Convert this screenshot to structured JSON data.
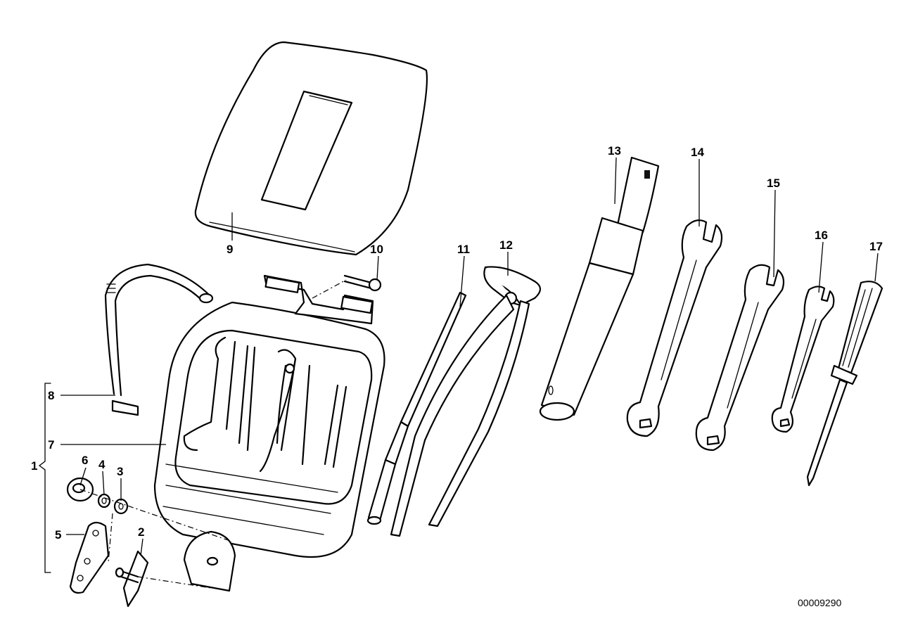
{
  "callouts": {
    "c1": "1",
    "c2": "2",
    "c3": "3",
    "c4": "4",
    "c5": "5",
    "c6": "6",
    "c7": "7",
    "c8": "8",
    "c9": "9",
    "c10": "10",
    "c11": "11",
    "c12": "12",
    "c13": "13",
    "c14": "14",
    "c15": "15",
    "c16": "16",
    "c17": "17"
  },
  "document_id": "00009290"
}
